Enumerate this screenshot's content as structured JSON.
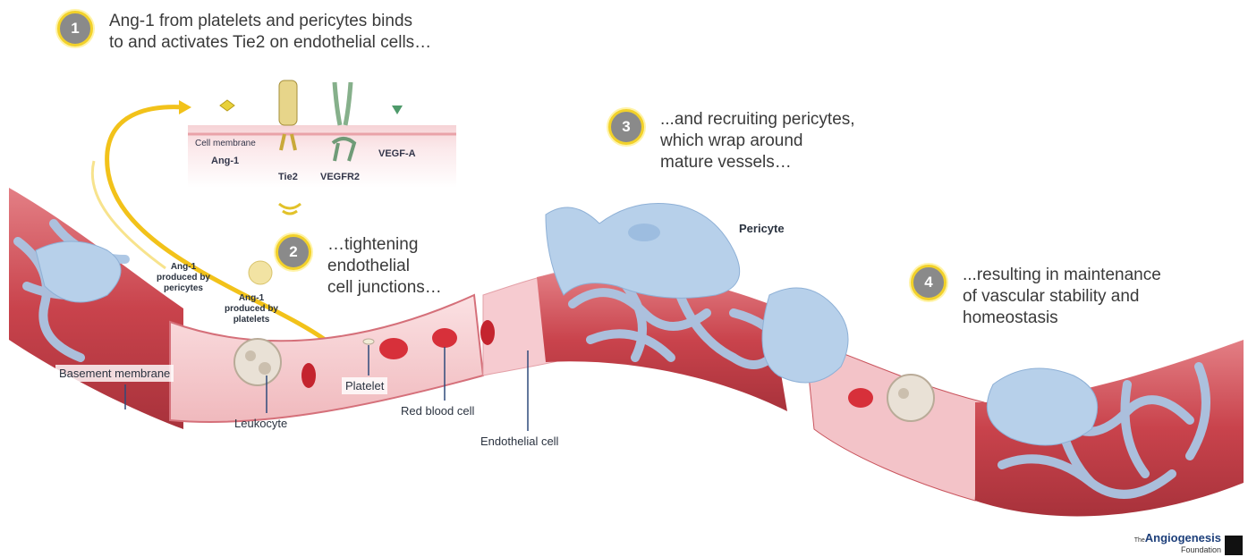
{
  "steps": [
    {
      "num": "1",
      "text_line1": "Ang-1 from platelets and pericytes binds",
      "text_line2": "to and activates Tie2 on endothelial cells…"
    },
    {
      "num": "2",
      "text_line1": "…tightening",
      "text_line2": "endothelial",
      "text_line3": "cell junctions…"
    },
    {
      "num": "3",
      "text_line1": "...and recruiting pericytes,",
      "text_line2": "which wrap around",
      "text_line3": "mature vessels…"
    },
    {
      "num": "4",
      "text_line1": "...resulting in maintenance",
      "text_line2": "of vascular stability and",
      "text_line3": "homeostasis"
    }
  ],
  "membrane_panel": {
    "cell_membrane": "Cell membrane",
    "ang1": "Ang-1",
    "tie2": "Tie2",
    "vegfr2": "VEGFR2",
    "vegfa": "VEGF-A"
  },
  "labels": {
    "ang1_pericytes": "Ang-1 produced by pericytes",
    "ang1_platelets": "Ang-1 produced by platelets",
    "basement_membrane": "Basement membrane",
    "leukocyte": "Leukocyte",
    "platelet": "Platelet",
    "red_blood_cell": "Red blood cell",
    "endothelial_cell": "Endothelial cell",
    "pericyte": "Pericyte"
  },
  "logo": {
    "the": "The",
    "name": "Angiogenesis",
    "sub": "Foundation"
  },
  "colors": {
    "badge_ring": "#f2d12a",
    "vessel": "#d9555d",
    "pericyte": "#aac6e4",
    "arrow": "#f2c21a"
  }
}
